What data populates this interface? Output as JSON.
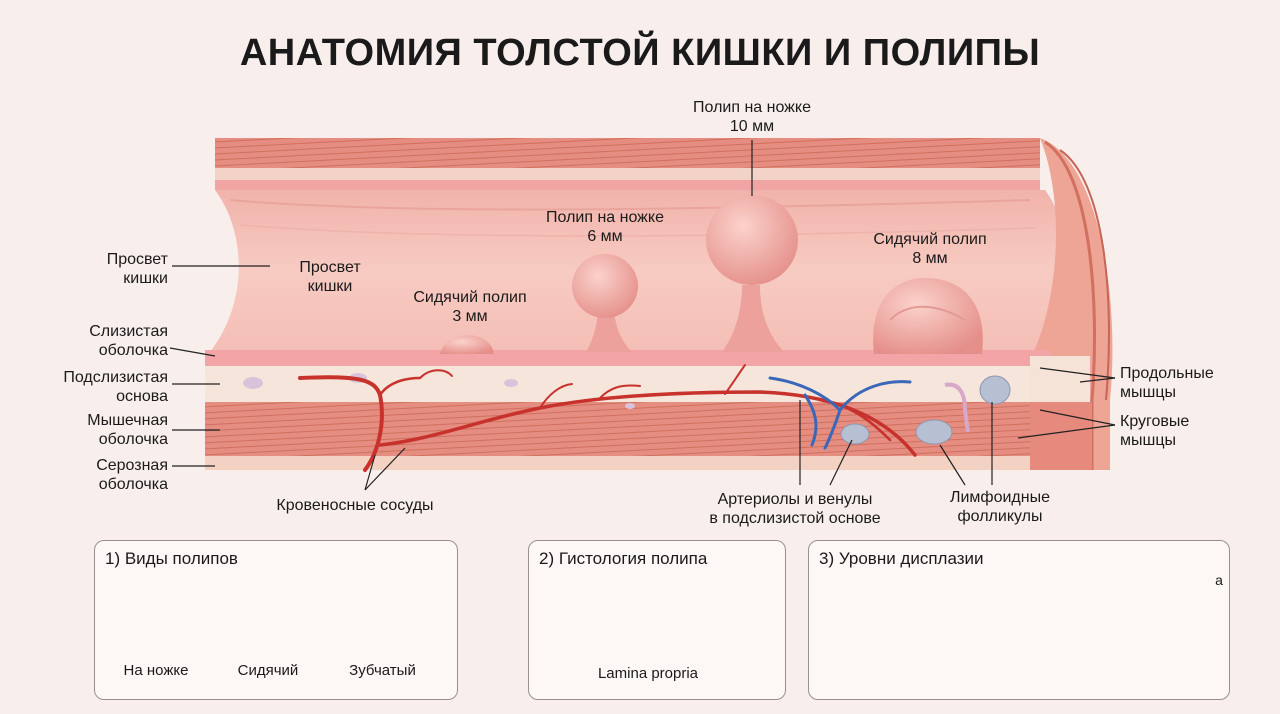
{
  "title": "АНАТОМИЯ ТОЛСТОЙ КИШКИ И ПОЛИПЫ",
  "colors": {
    "mucosa": "#f2a9a9",
    "lumen": "#f6c4bc",
    "submucosa": "#f6e6dc",
    "muscle": "#e58c7e",
    "serosa": "#f3d4c6",
    "artery": "#c8322d",
    "vein": "#3a67b8",
    "follicle": "#b7bfd3"
  },
  "labels": {
    "lumen_left": [
      "Просвет",
      "кишки"
    ],
    "lumen_inner": [
      "Просвет",
      "кишки"
    ],
    "mucosa": [
      "Слизистая",
      "оболочка"
    ],
    "submucosa": [
      "Подслизистая",
      "основа"
    ],
    "muscularis": [
      "Мышечная",
      "оболочка"
    ],
    "serosa": [
      "Серозная",
      "оболочка"
    ],
    "vessels": "Кровеносные сосуды",
    "arterioles": [
      "Артериолы и венулы",
      "в подслизистой основе"
    ],
    "follicles": [
      "Лимфоидные",
      "фолликулы"
    ],
    "longitudinal": [
      "Продольные",
      "мышцы"
    ],
    "circular": [
      "Круговые",
      "мышцы"
    ]
  },
  "polyps": [
    {
      "name": "Сидячий полип",
      "size": "3 мм"
    },
    {
      "name": "Полип на ножке",
      "size": "6 мм"
    },
    {
      "name": "Полип на ножке",
      "size": "10 мм"
    },
    {
      "name": "Сидячий полип",
      "size": "8 мм"
    }
  ],
  "panels": [
    {
      "title": "1) Виды полипов",
      "items": [
        "На ножке",
        "Сидячий",
        "Зубчатый"
      ]
    },
    {
      "title": "2) Гистология полипа",
      "label": "Lamina propria"
    },
    {
      "title": "3) Уровни дисплазии",
      "stray": "a"
    }
  ]
}
